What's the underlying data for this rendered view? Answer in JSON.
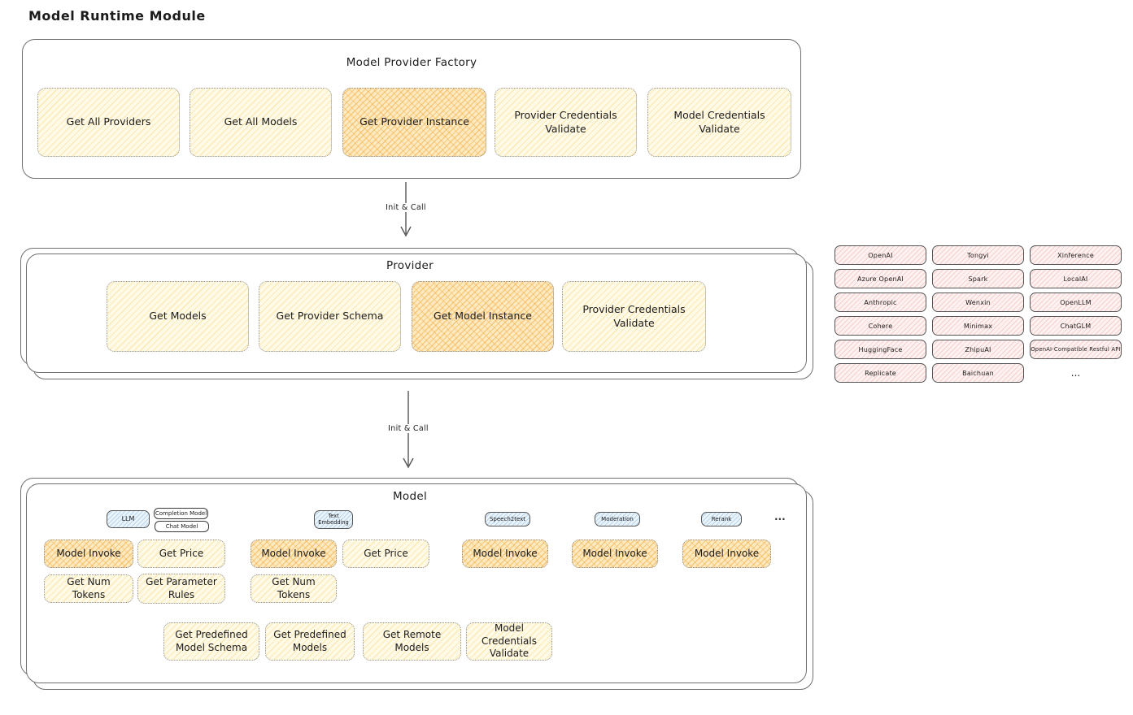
{
  "page_title": "Model Runtime Module",
  "factory": {
    "title": "Model Provider Factory",
    "buttons": [
      {
        "label": "Get All Providers",
        "highlighted": false
      },
      {
        "label": "Get All Models",
        "highlighted": false
      },
      {
        "label": "Get Provider Instance",
        "highlighted": true
      },
      {
        "label": "Provider Credentials Validate",
        "highlighted": false
      },
      {
        "label": "Model Credentials Validate",
        "highlighted": false
      }
    ]
  },
  "flow": {
    "arrow1_label": "Init & Call",
    "arrow2_label": "Init & Call"
  },
  "provider": {
    "title": "Provider",
    "buttons": [
      {
        "label": "Get Models",
        "highlighted": false
      },
      {
        "label": "Get Provider Schema",
        "highlighted": false
      },
      {
        "label": "Get Model Instance",
        "highlighted": true
      },
      {
        "label": "Provider Credentials Validate",
        "highlighted": false
      }
    ]
  },
  "provider_list": {
    "items": [
      "OpenAI",
      "Tongyi",
      "Xinference",
      "Azure OpenAI",
      "Spark",
      "LocalAI",
      "Anthropic",
      "Wenxin",
      "OpenLLM",
      "Cohere",
      "Minimax",
      "ChatGLM",
      "HuggingFace",
      "ZhipuAI",
      "OpenAI-Compatible Restful API",
      "Replicate",
      "Baichuan"
    ],
    "more_label": "..."
  },
  "model": {
    "title": "Model",
    "types": {
      "llm": "LLM",
      "completion": "Completion Model",
      "chat": "Chat Model",
      "text_embedding": "Text Embedding",
      "speech2text": "Speech2text",
      "moderation": "Moderation",
      "rerank": "Rerank",
      "more": "..."
    },
    "ops": {
      "model_invoke": "Model Invoke",
      "get_price": "Get Price",
      "get_num_tokens": "Get Num Tokens",
      "get_parameter_rules": "Get Parameter Rules",
      "get_predefined_model_schema": "Get Predefined Model Schema",
      "get_predefined_models": "Get Predefined Models",
      "get_remote_models": "Get Remote Models",
      "model_credentials_validate": "Model Credentials Validate"
    }
  },
  "colors": {
    "stroke": "#6f6f6f",
    "highlight_orange": "#f2991d",
    "soft_yellow": "#fffae7",
    "chip_pink": "#fdf2f1",
    "tag_blue": "#ebf4fb"
  }
}
